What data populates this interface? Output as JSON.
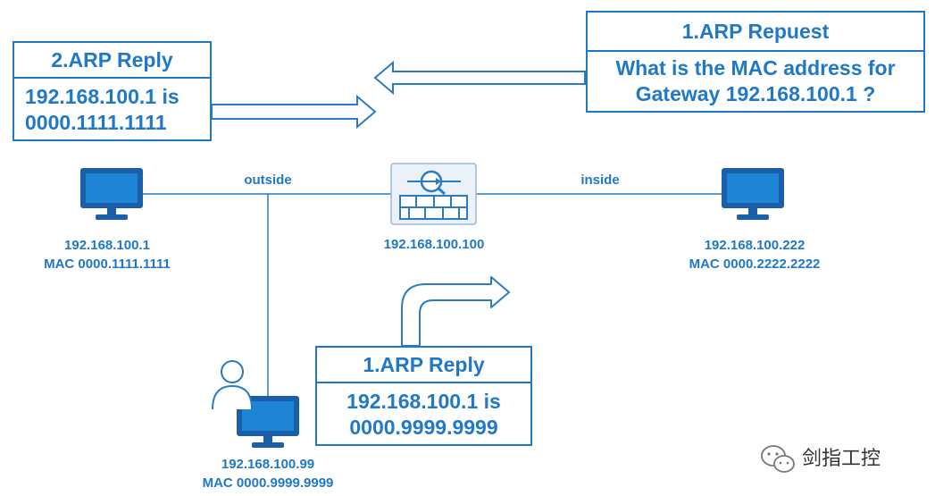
{
  "colors": {
    "accent": "#1f78c8",
    "line": "#2a7bc4",
    "text": "#1f78c8"
  },
  "boxes": {
    "reply_top_left": {
      "title": "2.ARP Reply",
      "line1": "192.168.100.1 is",
      "line2": "0000.1111.1111"
    },
    "request_top_right": {
      "title": "1.ARP Repuest",
      "line1": "What is the MAC address for",
      "line2": "Gateway 192.168.100.1 ?"
    },
    "reply_bottom": {
      "title": "1.ARP Reply",
      "line1": "192.168.100.1 is",
      "line2": "0000.9999.9999"
    }
  },
  "links": {
    "outside": "outside",
    "inside": "inside"
  },
  "devices": {
    "gateway_pc": {
      "ip": "192.168.100.1",
      "mac": "MAC 0000.1111.1111",
      "icon": "monitor-icon"
    },
    "firewall": {
      "ip": "192.168.100.100",
      "icon": "firewall-icon"
    },
    "inside_pc": {
      "ip": "192.168.100.222",
      "mac": "MAC 0000.2222.2222",
      "icon": "monitor-icon"
    },
    "attacker_pc": {
      "ip": "192.168.100.99",
      "mac": "MAC 0000.9999.9999",
      "icon": "monitor-icon"
    }
  },
  "watermark": "剑指工控"
}
